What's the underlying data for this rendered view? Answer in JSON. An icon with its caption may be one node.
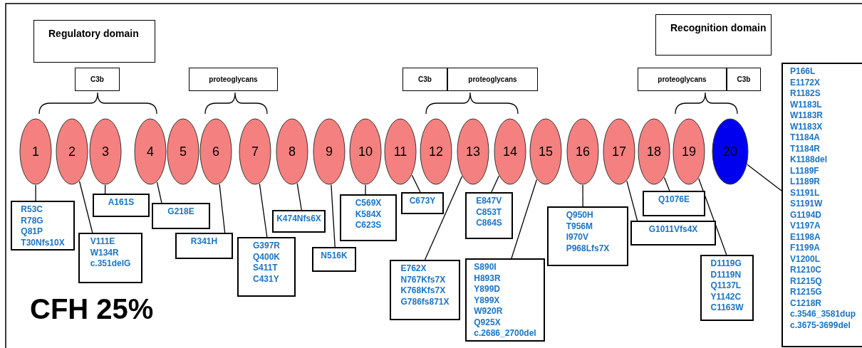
{
  "diagram": {
    "nodes": [
      {
        "text": [
          "Regulatory domain"
        ]
      },
      {
        "text": [
          "Recognition domain"
        ]
      },
      {
        "text": [
          "C3b"
        ]
      },
      {
        "text": [
          "proteoglycans"
        ]
      },
      {
        "text": [
          "C3b"
        ]
      },
      {
        "text": [
          "proteoglycans"
        ]
      },
      {
        "text": [
          "proteoglycans"
        ]
      },
      {
        "text": [
          "C3b"
        ]
      },
      {
        "text": [
          "1"
        ]
      },
      {
        "text": [
          "2"
        ]
      },
      {
        "text": [
          "3"
        ]
      },
      {
        "text": [
          "4"
        ]
      },
      {
        "text": [
          "5"
        ]
      },
      {
        "text": [
          "6"
        ]
      },
      {
        "text": [
          "7"
        ]
      },
      {
        "text": [
          "8"
        ]
      },
      {
        "text": [
          "9"
        ]
      },
      {
        "text": [
          "10"
        ]
      },
      {
        "text": [
          "11"
        ]
      },
      {
        "text": [
          "12"
        ]
      },
      {
        "text": [
          "13"
        ]
      },
      {
        "text": [
          "14"
        ]
      },
      {
        "text": [
          "15"
        ]
      },
      {
        "text": [
          "16"
        ]
      },
      {
        "text": [
          "17"
        ]
      },
      {
        "text": [
          "18"
        ]
      },
      {
        "text": [
          "19"
        ]
      },
      {
        "text": [
          "20"
        ]
      },
      {
        "text": [
          "R53C",
          "R78G",
          "Q81P",
          "T30Nfs10X"
        ]
      },
      {
        "text": [
          "V111E",
          "W134R",
          "c.351delG"
        ]
      },
      {
        "text": [
          "A161S"
        ]
      },
      {
        "text": [
          "G218E"
        ]
      },
      {
        "text": [
          "R341H"
        ]
      },
      {
        "text": [
          "G397R",
          "Q400K",
          "S411T",
          "C431Y"
        ]
      },
      {
        "text": [
          "K474Nfs6X"
        ]
      },
      {
        "text": [
          "N516K"
        ]
      },
      {
        "text": [
          "C569X",
          "K584X",
          "C623S"
        ]
      },
      {
        "text": [
          "C673Y"
        ]
      },
      {
        "text": [
          "E847V",
          "C853T",
          "C864S"
        ]
      },
      {
        "text": [
          "E762X",
          "N767Kfs7X",
          "K768Kfs7X",
          "G786fs871X"
        ]
      },
      {
        "text": [
          "S890I",
          "H893R",
          "Y899D",
          "Y899X",
          "W920R",
          "Q925X",
          "c.2686_2700del"
        ]
      },
      {
        "text": [
          "Q950H",
          "T956M",
          "I970V",
          "P968Lfs7X"
        ]
      },
      {
        "text": [
          "G1011Vfs4X"
        ]
      },
      {
        "text": [
          "Q1076E"
        ]
      },
      {
        "text": [
          "D1119G",
          "D1119N",
          "Q1137L",
          "Y1142C",
          "C1163W"
        ]
      },
      {
        "text": [
          "P166L",
          "E1172X",
          "R1182S",
          "W1183L",
          "W1183R",
          "W1183X",
          "T1184A",
          "T1184R",
          "K1188del",
          "L1189F",
          "L1189R",
          "S1191L",
          "S1191W",
          "G1194D",
          "V1197A",
          "E1198A",
          "F1199A",
          "V1200L",
          "R1210C",
          "R1215Q",
          "R1215G",
          "C1218R",
          "c.3546_3581dup",
          "c.3675-3699del"
        ]
      }
    ],
    "edges": [
      {
        "from": 28,
        "to": 8,
        "arrow": "none"
      },
      {
        "from": 29,
        "to": 9,
        "arrow": "none"
      },
      {
        "from": 30,
        "to": 10,
        "arrow": "none"
      },
      {
        "from": 31,
        "to": 11,
        "arrow": "none"
      },
      {
        "from": 32,
        "to": 13,
        "arrow": "none"
      },
      {
        "from": 33,
        "to": 14,
        "arrow": "none"
      },
      {
        "from": 34,
        "to": 15,
        "arrow": "none"
      },
      {
        "from": 35,
        "to": 16,
        "arrow": "none"
      },
      {
        "from": 36,
        "to": 17,
        "arrow": "none"
      },
      {
        "from": 37,
        "to": 18,
        "arrow": "none"
      },
      {
        "from": 38,
        "to": 21,
        "arrow": "none"
      },
      {
        "from": 39,
        "to": 20,
        "arrow": "none"
      },
      {
        "from": 40,
        "to": 22,
        "arrow": "none"
      },
      {
        "from": 41,
        "to": 23,
        "arrow": "none"
      },
      {
        "from": 42,
        "to": 24,
        "arrow": "none"
      },
      {
        "from": 43,
        "to": 25,
        "arrow": "none"
      },
      {
        "from": 44,
        "to": 26,
        "arrow": "none"
      },
      {
        "from": 45,
        "to": 27,
        "arrow": "none"
      }
    ],
    "labels": [
      "CFH 25%"
    ]
  }
}
